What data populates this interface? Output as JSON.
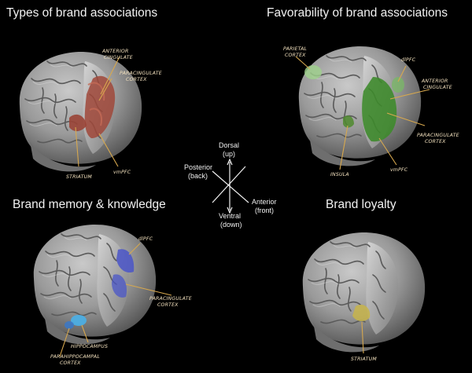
{
  "panels": {
    "top_left": {
      "title": "Types of brand associations",
      "labels": [
        "ANTERIOR",
        "CINGULATE",
        "PARACINGULATE",
        "CORTEX",
        "STRIATUM",
        "vmPFC"
      ]
    },
    "top_right": {
      "title": "Favorability of brand associations",
      "labels": [
        "PARIETAL",
        "CORTEX",
        "dlPFC",
        "ANTERIOR",
        "CINGULATE",
        "PARACINGULATE",
        "CORTEX",
        "INSULA",
        "vmPFC"
      ]
    },
    "bottom_left": {
      "title": "Brand memory & knowledge",
      "labels": [
        "dlPFC",
        "PARACINGULATE",
        "CORTEX",
        "HIPPOCAMPUS",
        "PARAHIPPOCAMPAL",
        "CORTEX"
      ]
    },
    "bottom_right": {
      "title": "Brand loyalty",
      "labels": [
        "STRIATUM"
      ]
    }
  },
  "orientation": {
    "dorsal": "Dorsal",
    "dorsal_sub": "(up)",
    "ventral": "Ventral",
    "ventral_sub": "(down)",
    "posterior": "Posterior",
    "posterior_sub": "(back)",
    "anterior": "Anterior",
    "anterior_sub": "(front)"
  },
  "colors": {
    "background": "#000000",
    "associations": "#a0483a",
    "favorable_green": "#3c8a2a",
    "parietal_light_green": "#9fd28c",
    "memory_blue": "#4a55c8",
    "hippocampus_cyan": "#4ab0e8",
    "loyalty_yellow": "#c7b44a",
    "label_text": "#f4e2bf",
    "leader_line": "#d7a84e"
  }
}
